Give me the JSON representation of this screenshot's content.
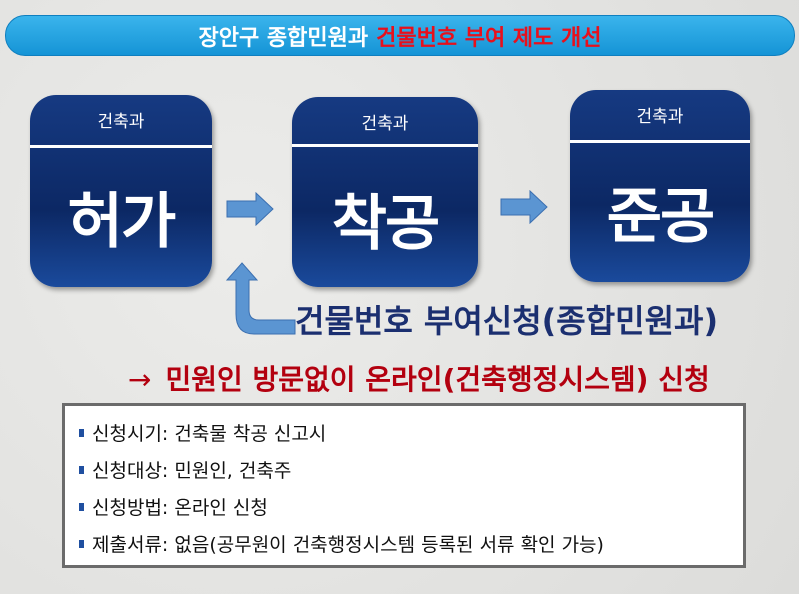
{
  "title": {
    "prefix": "장안구 종합민원과",
    "highlight": "건물번호 부여 제도 개선"
  },
  "steps": [
    {
      "dept": "건축과",
      "name": "허가"
    },
    {
      "dept": "건축과",
      "name": "착공"
    },
    {
      "dept": "건축과",
      "name": "준공"
    }
  ],
  "application": "건물번호 부여신청(종합민원과)",
  "online": {
    "arrow": "→",
    "text": "민원인 방문없이 온라인(건축행정시스템) 신청"
  },
  "details": [
    "신청시기: 건축물 착공 신고시",
    "신청대상: 민원인, 건축주",
    "신청방법: 온라인 신청",
    "제출서류: 없음(공무원이 건축행정시스템 등록된 서류 확인 가능)"
  ],
  "colors": {
    "title_bg": "#1ba0e0",
    "box": "#0c2864",
    "highlight_red": "#e8101c",
    "navy_text": "#1b2f70"
  }
}
